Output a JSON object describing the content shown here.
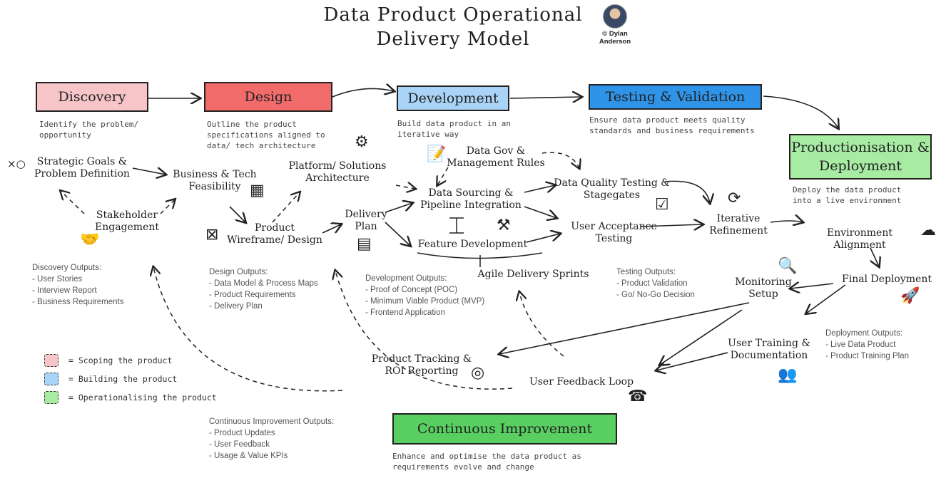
{
  "title": "Data Product Operational Delivery Model",
  "credit": {
    "label": "© Dylan Anderson"
  },
  "phases": {
    "discovery": {
      "label": "Discovery",
      "color": "#f7c4c8",
      "desc": "Identify the problem/ opportunity"
    },
    "design": {
      "label": "Design",
      "color": "#f26b6b",
      "desc": "Outline the product specifications aligned to data/ tech architecture"
    },
    "development": {
      "label": "Development",
      "color": "#a9d4f7",
      "desc": "Build data product in an iterative way"
    },
    "testing": {
      "label": "Testing & Validation",
      "color": "#2f93e8",
      "desc": "Ensure data product meets quality standards and business requirements"
    },
    "production": {
      "label": "Productionisation & Deployment",
      "color": "#a8eca3",
      "desc": "Deploy the data product into a live environment"
    },
    "continuous": {
      "label": "Continuous Improvement",
      "color": "#59cf61",
      "desc": "Enhance and optimise the data product as requirements evolve and change"
    }
  },
  "nodes": {
    "strategic_goals": "Strategic Goals & Problem Definition",
    "stakeholder": "Stakeholder Engagement",
    "business_tech": "Business & Tech Feasibility",
    "platform": "Platform/ Solutions Architecture",
    "wireframe": "Product Wireframe/ Design",
    "delivery_plan": "Delivery Plan",
    "data_gov": "Data Gov & Management Rules",
    "data_sourcing": "Data Sourcing & Pipeline Integration",
    "feature_dev": "Feature Development",
    "agile": "Agile Delivery Sprints",
    "dq_testing": "Data Quality Testing & Stagegates",
    "uat": "User Acceptance Testing",
    "iterative": "Iterative Refinement",
    "env_alignment": "Environment Alignment",
    "final_deploy": "Final Deployment",
    "monitoring": "Monitoring Setup",
    "user_training": "User Training & Documentation",
    "tracking": "Product Tracking & ROI Reporting",
    "feedback": "User Feedback Loop"
  },
  "outputs": {
    "discovery": {
      "heading": "Discovery Outputs:",
      "items": [
        "- User Stories",
        "- Interview Report",
        "- Business Requirements"
      ]
    },
    "design": {
      "heading": "Design Outputs:",
      "items": [
        "- Data Model & Process Maps",
        "- Product Requirements",
        "- Delivery Plan"
      ]
    },
    "development": {
      "heading": "Development Outputs:",
      "items": [
        "- Proof of Concept (POC)",
        "- Minimum Viable Product (MVP)",
        "- Frontend Application"
      ]
    },
    "testing": {
      "heading": "Testing Outputs:",
      "items": [
        "- Product Validation",
        "- Go/ No-Go Decision"
      ]
    },
    "deployment": {
      "heading": "Deployment Outputs:",
      "items": [
        "- Live Data Product",
        "- Product Training Plan"
      ]
    },
    "continuous": {
      "heading": "Continuous Improvement Outputs:",
      "items": [
        "- Product Updates",
        "- User Feedback",
        "- Usage & Value KPIs"
      ]
    }
  },
  "legend": [
    {
      "label": "= Scoping the product",
      "color": "#f7c4c8"
    },
    {
      "label": "= Building the product",
      "color": "#a9d4f7"
    },
    {
      "label": "= Operationalising the product",
      "color": "#a8eca3"
    }
  ],
  "icons": {
    "strategy": "strategy-icon",
    "stakeholder": "handshake-icon",
    "feasibility": "circuit-icon",
    "platform": "architecture-icon",
    "wireframe": "wireframe-icon",
    "delivery_plan": "plan-icon",
    "data_gov": "document-icon",
    "feature_dev": "code-tools-icon",
    "dq_testing": "checklist-icon",
    "iterative": "refresh-icon",
    "env_alignment": "cloud-server-icon",
    "final_deploy": "rocket-icon",
    "monitoring": "magnifier-icon",
    "user_training": "training-icon",
    "tracking": "analytics-icon",
    "feedback": "support-icon"
  }
}
